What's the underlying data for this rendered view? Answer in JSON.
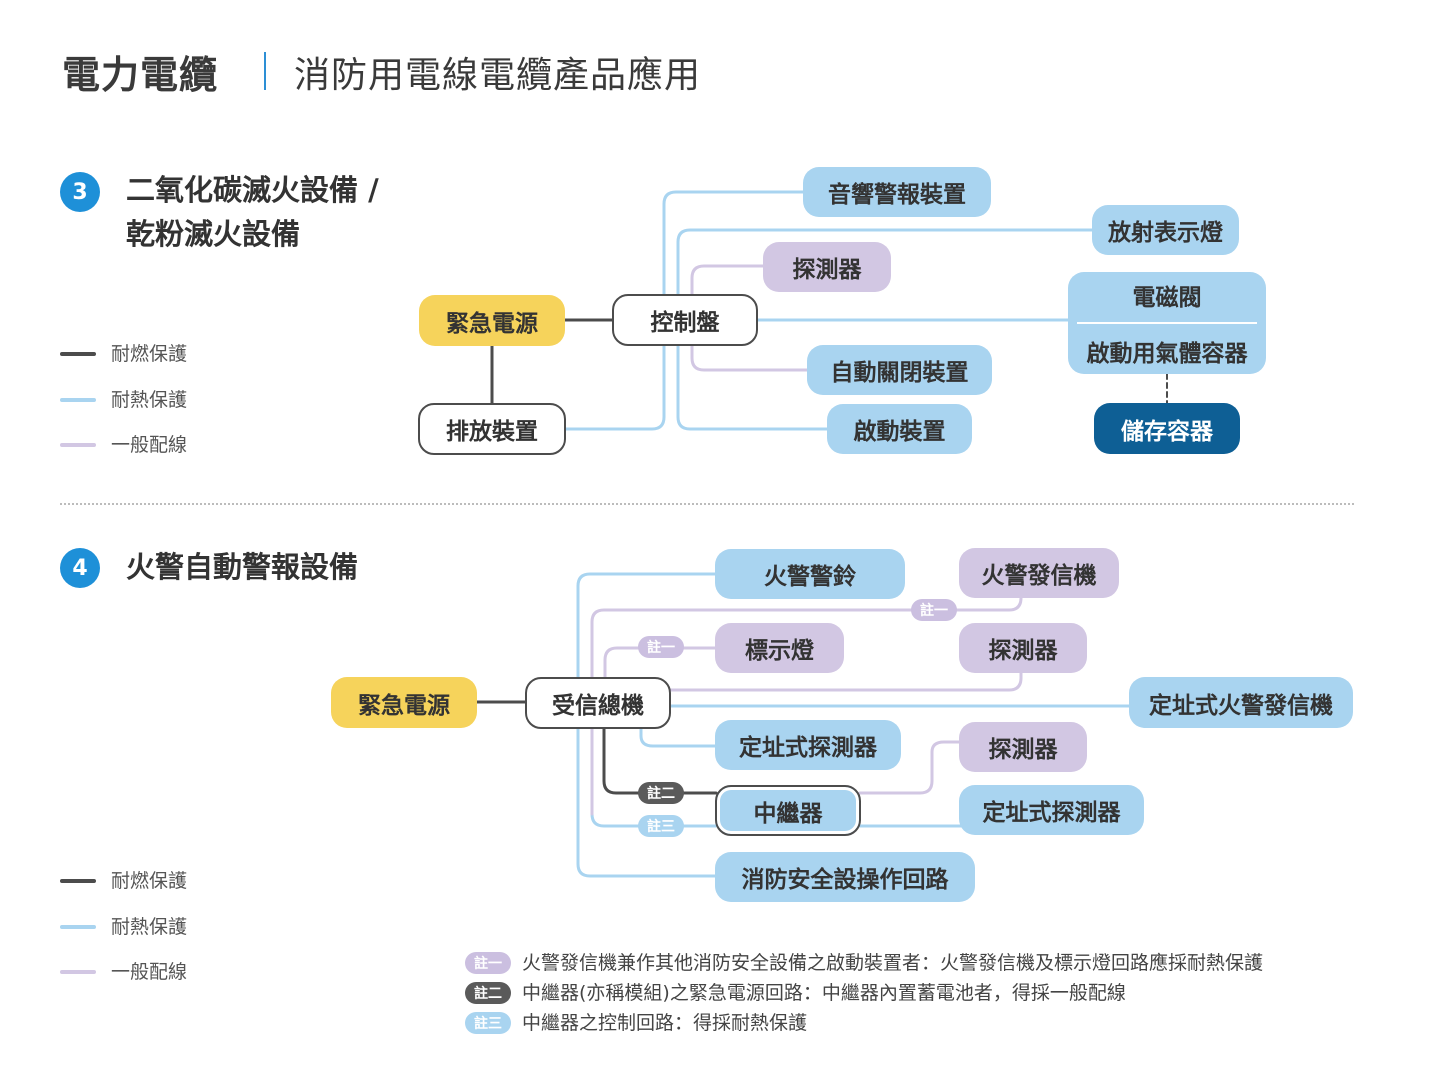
{
  "header": {
    "main": "電力電纜",
    "sub": "消防用電線電纜產品應用"
  },
  "colors": {
    "fire_resistant": "#4c4c4c",
    "heat_resistant": "#a9d4f0",
    "general": "#d2c7e3",
    "emergency_power": "#f6d35b",
    "storage": "#0e5f95",
    "section_badge": "#1e90d8"
  },
  "legend": {
    "fire_resistant": "耐燃保護",
    "heat_resistant": "耐熱保護",
    "general": "一般配線"
  },
  "section3": {
    "number": "3",
    "title_line1": "二氧化碳滅火設備 /",
    "title_line2": "乾粉滅火設備",
    "nodes": {
      "emergency_power": "緊急電源",
      "control_panel": "控制盤",
      "discharge_device": "排放裝置",
      "audio_alarm": "音響警報裝置",
      "detector": "探測器",
      "auto_close": "自動關閉裝置",
      "start_device": "啟動裝置",
      "discharge_lamp": "放射表示燈",
      "solenoid_valve": "電磁閥",
      "start_gas_container": "啟動用氣體容器",
      "storage_container": "儲存容器"
    }
  },
  "section4": {
    "number": "4",
    "title": "火警自動警報設備",
    "nodes": {
      "emergency_power": "緊急電源",
      "receiver": "受信總機",
      "fire_bell": "火警警鈴",
      "indicator_lamp": "標示燈",
      "address_detector": "定址式探測器",
      "repeater": "中繼器",
      "safety_circuit": "消防安全設操作回路",
      "manual_alarm": "火警發信機",
      "detector_a": "探測器",
      "address_manual_alarm": "定址式火警發信機",
      "detector_b": "探測器",
      "address_detector_b": "定址式探測器"
    },
    "tags": {
      "note1_a": "註一",
      "note1_b": "註一",
      "note2": "註二",
      "note3": "註三"
    }
  },
  "notes": [
    {
      "tag": "註一",
      "text": "火警發信機兼作其他消防安全設備之啟動裝置者：火警發信機及標示燈回路應採耐熱保護"
    },
    {
      "tag": "註二",
      "text": "中繼器(亦稱模組)之緊急電源回路：中繼器內置蓄電池者，得採一般配線"
    },
    {
      "tag": "註三",
      "text": "中繼器之控制回路：得採耐熱保護"
    }
  ]
}
